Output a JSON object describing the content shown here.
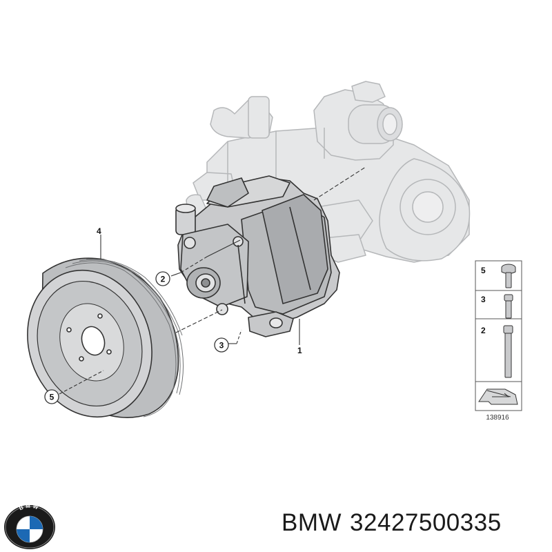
{
  "diagram": {
    "diagram_number": "138916",
    "callouts": [
      {
        "id": "part-1",
        "label": "1"
      },
      {
        "id": "part-2",
        "label": "2"
      },
      {
        "id": "part-3",
        "label": "3"
      },
      {
        "id": "part-4",
        "label": "4"
      },
      {
        "id": "part-5",
        "label": "5"
      }
    ],
    "legend": [
      {
        "label": "5"
      },
      {
        "label": "3"
      },
      {
        "label": "2"
      }
    ]
  },
  "caption": {
    "brand": "BMW",
    "part_number": "32427500335"
  },
  "logo": {
    "lettering": "BMW"
  },
  "colors": {
    "part_fill": "#c9cacc",
    "part_shade": "#a9abae",
    "ghost_fill": "#e6e7e8",
    "ghost_stroke": "#b5b7b9",
    "line": "#333333",
    "logo_blue": "#1c69b4",
    "logo_ring": "#111111"
  }
}
